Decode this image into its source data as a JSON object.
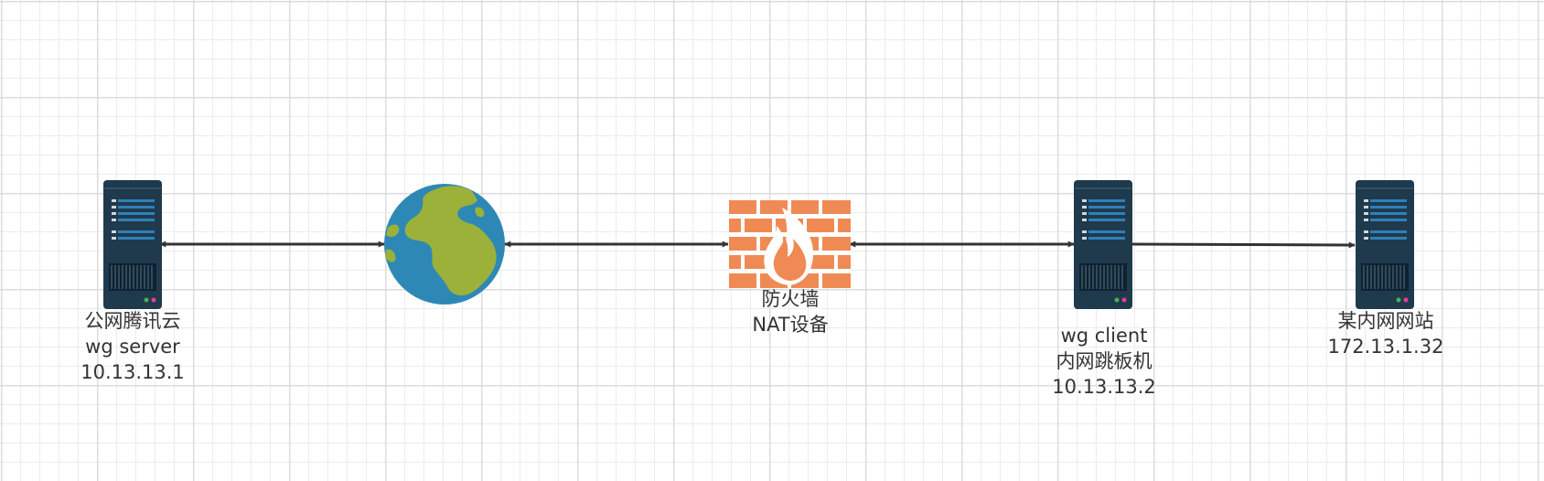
{
  "nodes": {
    "server_left": {
      "lines": [
        "公网腾讯云",
        "wg server",
        "10.13.13.1"
      ],
      "icon": "server-icon"
    },
    "internet": {
      "icon": "globe-icon"
    },
    "firewall": {
      "lines": [
        "防火墙",
        "NAT设备"
      ],
      "icon": "firewall-icon",
      "colors": {
        "brick": "#f08a55",
        "mortar": "#ffffff",
        "flame": "#ffffff"
      }
    },
    "client": {
      "lines": [
        "wg client",
        "内网跳板机",
        "10.13.13.2"
      ],
      "icon": "server-icon"
    },
    "intranet_site": {
      "lines": [
        "某内网网站",
        "172.13.1.32"
      ],
      "icon": "server-icon"
    }
  },
  "connections": [
    {
      "from": "server_left",
      "to": "internet",
      "arrows": "both"
    },
    {
      "from": "internet",
      "to": "firewall",
      "arrows": "both"
    },
    {
      "from": "firewall",
      "to": "client",
      "arrows": "both"
    },
    {
      "from": "client",
      "to": "intranet_site",
      "arrows": "end"
    }
  ],
  "colors": {
    "server_body": "#1f3a4d",
    "server_slot": "#2f80b8",
    "globe_ocean": "#2e88b5",
    "globe_land": "#9cb13a",
    "connector": "#333333"
  }
}
